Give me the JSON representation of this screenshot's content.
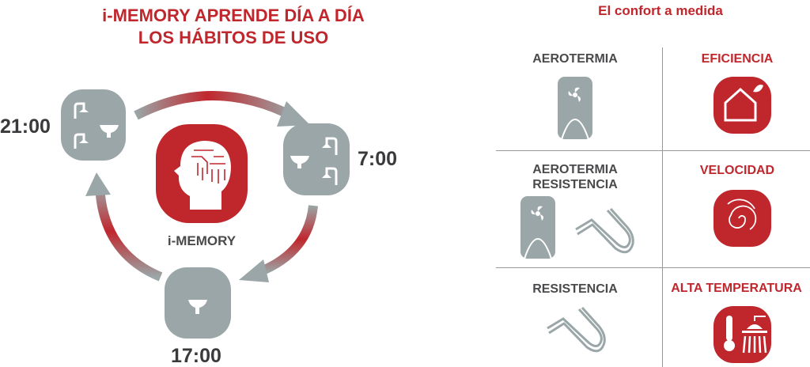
{
  "left": {
    "title_line1": "i-MEMORY APRENDE DÍA A DÍA",
    "title_line2": "LOS HÁBITOS DE USO",
    "center_label": "i-MEMORY",
    "times": [
      "21:00",
      "7:00",
      "17:00"
    ],
    "icons": [
      "shower-sink-icon",
      "brain-circuit-icon",
      "sink-icon",
      "cycle-arrow-icon"
    ]
  },
  "right": {
    "title": "El confort a medida",
    "left_column": [
      "AEROTERMIA",
      "AEROTERMIA",
      "RESISTENCIA",
      "RESISTENCIA"
    ],
    "right_column": [
      "EFICIENCIA",
      "VELOCIDAD",
      "ALTA TEMPERATURA"
    ]
  },
  "colors": {
    "accent": "#c0272d",
    "gray": "#9aa6a7",
    "text": "#3a3a3c"
  }
}
